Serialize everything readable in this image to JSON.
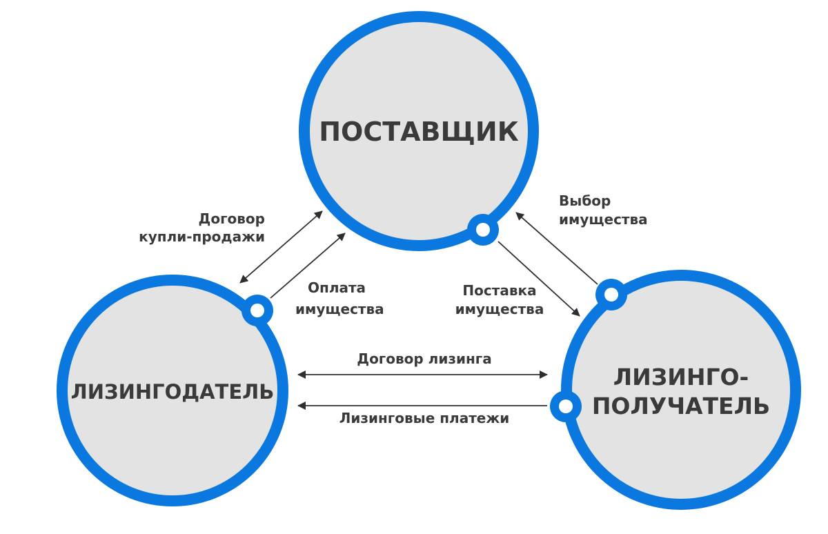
{
  "colors": {
    "ring": "#0a78de",
    "fill": "#e3e3e3",
    "text": "#3a3a3a",
    "arrow": "#2e2e2e",
    "background": "#ffffff"
  },
  "nodes": {
    "supplier": {
      "label": "ПОСТАВЩИК"
    },
    "lessor": {
      "label": "ЛИЗИНГОДАТЕЛЬ"
    },
    "lessee": {
      "line1": "ЛИЗИНГО-",
      "line2": "ПОЛУЧАТЕЛЬ"
    }
  },
  "edges": {
    "purchase_contract": {
      "line1": "Договор",
      "line2": "купли-продажи"
    },
    "property_payment": {
      "line1": "Оплата",
      "line2": "имущества"
    },
    "property_choice": {
      "line1": "Выбор",
      "line2": "имущества"
    },
    "property_delivery": {
      "line1": "Поставка",
      "line2": "имущества"
    },
    "leasing_contract": {
      "label": "Договор лизинга"
    },
    "leasing_payments": {
      "label": "Лизинговые платежи"
    }
  }
}
